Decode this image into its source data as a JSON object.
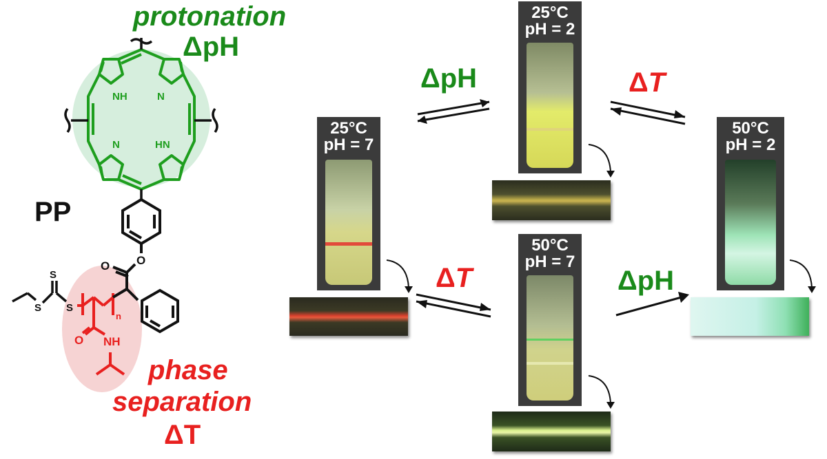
{
  "labels": {
    "protonation": "protonation",
    "dpH_top": "ΔpH",
    "pp": "PP",
    "phase": "phase",
    "separation": "separation",
    "dT_bottom": "ΔT"
  },
  "molecule": {
    "nh_top": "NH",
    "n_top": "N",
    "n_bottom": "N",
    "hn_bottom": "HN",
    "o_ester": "O",
    "o_ester2": "O",
    "s1": "S",
    "s2": "S",
    "s3": "S",
    "sub_n": "n",
    "o_amide": "O",
    "nh_amide": "NH"
  },
  "arrows": {
    "dpH_1": "ΔpH",
    "dT_1": "ΔT",
    "dT_2": "ΔT",
    "dpH_2": "ΔpH"
  },
  "vials": {
    "v1": {
      "temp": "25°C",
      "ph": "pH = 7"
    },
    "v2": {
      "temp": "25°C",
      "ph": "pH = 2"
    },
    "v3": {
      "temp": "50°C",
      "ph": "pH = 7"
    },
    "v4": {
      "temp": "50°C",
      "ph": "pH = 2"
    }
  },
  "colors": {
    "porphyrin": "#1e9e1e",
    "polymer": "#e8201f",
    "green_label": "#1a8a1a",
    "red_label": "#e8201f"
  }
}
